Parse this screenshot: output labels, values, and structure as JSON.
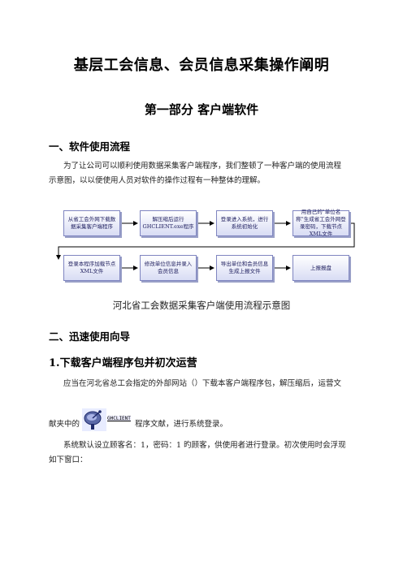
{
  "doc": {
    "title": "基层工会信息、会员信息采集操作阐明",
    "part_title": "第一部分  客户端软件",
    "section1_heading": "一、软件使用流程",
    "section1_para_line1": "为了让公司可以顺利使用数据采集客户端程序，我们整顿了一种客户端的使用流程",
    "section1_para_line2": "示意图，以以便使用人员对软件的操作过程有一种整体的理解。",
    "flow": {
      "row1": [
        "从省工会外网下载数据采集客户端程序",
        "解压缩后运行GHCLIENT.exe程序",
        "登录进入系统，进行系统初始化",
        "用自己的\"单位名称\"生成省工会外网登录密码，下载节点XML文件"
      ],
      "row2": [
        "登录本程序加载节点XML文件",
        "修改单位信息并录入会员信息",
        "导出单位和会员信息生成上报文件",
        "上报报盘"
      ],
      "caption": "河北省工会数据采集客户端使用流程示意图"
    },
    "section2_heading": "二、迅速使用向导",
    "subsection1_heading": "1.下载客户端程序包并初次运营",
    "para2_line1": "应当在河北省总工会指定的外部网站（）下载本客户端程序包，解压缩后，运营文",
    "para2_line2a": "献夹中的",
    "para2_line2b": "程序文献，进行系统登录。",
    "exe_label": "GHCLIENT",
    "para3_line1": "系统默认设立顾客名：1，密码：1 旳顾客，供使用者进行登录。初次使用时会浮现",
    "para3_line2": "如下窗口："
  }
}
